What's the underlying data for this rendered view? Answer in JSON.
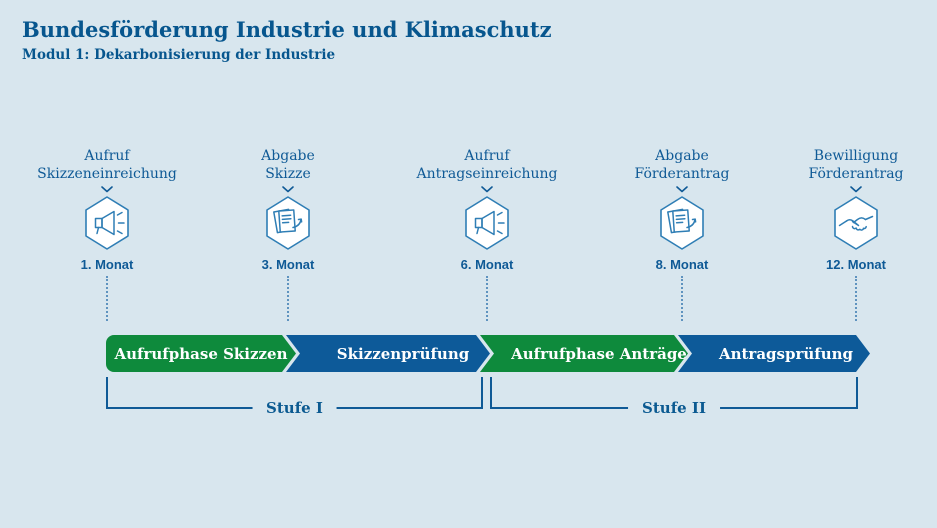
{
  "header": {
    "title": "Bundesförderung Industrie und Klimaschutz",
    "subtitle": "Modul 1: Dekarbonisierung der Industrie"
  },
  "milestones": [
    {
      "line1": "Aufruf",
      "line2": "Skizzeneinreichung",
      "month": "1. Monat",
      "icon": "megaphone-icon"
    },
    {
      "line1": "Abgabe",
      "line2": "Skizze",
      "month": "3. Monat",
      "icon": "document-submit-icon"
    },
    {
      "line1": "Aufruf",
      "line2": "Antragseinreichung",
      "month": "6. Monat",
      "icon": "megaphone-icon"
    },
    {
      "line1": "Abgabe",
      "line2": "Förderantrag",
      "month": "8. Monat",
      "icon": "document-submit-icon"
    },
    {
      "line1": "Bewilligung",
      "line2": "Förderantrag",
      "month": "12. Monat",
      "icon": "handshake-icon"
    }
  ],
  "timeline": {
    "phases": [
      {
        "label": "Aufrufphase Skizzen",
        "color": "#0e8a3c"
      },
      {
        "label": "Skizzenprüfung",
        "color": "#0d5a99"
      },
      {
        "label": "Aufrufphase Anträge",
        "color": "#0e8a3c"
      },
      {
        "label": "Antragsprüfung",
        "color": "#0d5a99"
      }
    ]
  },
  "stages": [
    {
      "label": "Stufe I"
    },
    {
      "label": "Stufe II"
    }
  ],
  "colors": {
    "background": "#d8e6ee",
    "accent_blue": "#0f5a96",
    "accent_green": "#0e8a3c",
    "bar_blue": "#0d5a99",
    "icon_blue": "#2f7eb5",
    "title_blue": "#07568e",
    "white": "#ffffff"
  }
}
